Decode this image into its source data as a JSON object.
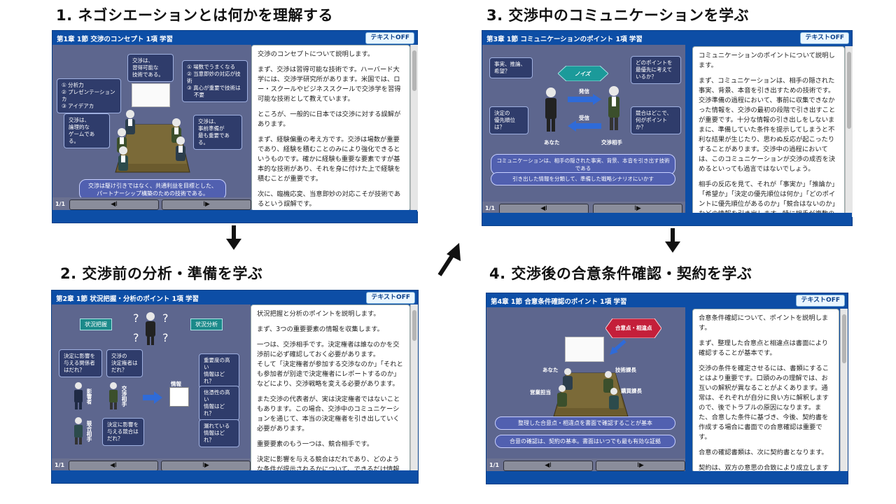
{
  "headings": {
    "h1": "1. ネゴシエーションとは何かを理解する",
    "h2": "2. 交渉前の分析・準備を学ぶ",
    "h3": "3. 交渉中のコミュニケーションを学ぶ",
    "h4": "4. 交渉後の合意条件確認・契約を学ぶ"
  },
  "common": {
    "text_off": "テキストOFF",
    "page": "1/1",
    "prev": "◀I",
    "next": "I▶"
  },
  "panel1": {
    "title": "第1章 1節 交渉のコンセプト 1項 学習",
    "b_learnable": "交渉は、\n習得可能な\n技術である。",
    "b_skills": "① 場数でうまくなる\n② 当意即妙の対応が技術\n③ 真心が重要で技術は\n　 不要",
    "b_abilities": "① 分析力\n② プレゼンテーションカ\n③ アイデアカ",
    "b_logical": "交渉は、\n論理的な\nゲームである。",
    "b_prep": "交渉は、\n事前準備が\n最も重要である。",
    "pill": "交渉は駆け引きではなく、共通利益を目標とした、\nパートナーシップ構築のための技術である。",
    "text": [
      "交渉のコンセプトについて説明します。",
      "まず、交渉は習得可能な技術です。ハーバード大学には、交渉学研究所があります。米国では、ロー・スクールやビジネススクールで交渉学を習得可能な技術として教えています。",
      "ところが、一般的に日本では交渉に対する誤解があります。",
      "まず、経験偏重の考え方です。交渉は場数が重要であり、経験を積むことのみにより強化できるというものです。確かに経験も重要な要素ですが基本的な技術があり、それを身に付けた上で経験を積むことが重要です。",
      "次に、臨機応変、当意即妙の対応こそが技術であるという誤解です。"
    ]
  },
  "panel2": {
    "title": "第2章 1節 状況把握・分析のポイント 1項 学習",
    "tag_grasp": "状況把握",
    "tag_analysis": "状況分析",
    "b_influencer": "決定に影響を\n与える関係者\nはだれ？",
    "b_decider": "交渉の\n決定権者は\nだれ？",
    "b_competitor": "決定に影響を\n与える競合は\nだれ？",
    "b_important": "重要度の高い\n情報はどれ？",
    "b_credible": "信憑性の高い\n情報はどれ？",
    "b_leak": "漏れている\n情報はどれ？",
    "l_influencer": "影響者",
    "l_counterpart": "交渉相手",
    "l_rival": "競合相手",
    "l_info": "情報",
    "text": [
      "状況把握と分析のポイントを説明します。",
      "まず、3つの重要要素の情報を収集します。",
      "一つは、交渉相手です。決定権者は誰なのかを交渉前に必ず確認しておく必要があります。\nそして「決定権者が参加する交渉なのか」「それとも参加者が別途で決定権者にレポートするのか」などにより、交渉戦略を変える必要があります。",
      "また交渉の代表者が、実は決定権者ではないこともあります。この場合、交渉中のコミュニケーションを通じて、本当の決定権者を引き出していく必要があります。",
      "重要要素のもう一つは、競合相手です。",
      "決定に影響を与える競合はだれであり、どのような条件が提示されるかについて、できるだけ情報を収"
    ]
  },
  "panel3": {
    "title": "第3章 1節 コミュニケーションのポイント 1項 学習",
    "b_facts": "事実、推論、\n希望？",
    "b_priority_q": "どのポイントを\n最優先に考えて\nいるか？",
    "b_decision_order": "決定の\n優先順位は？",
    "b_competitor_point": "競合はどこで、\n何がポイントか？",
    "noise": "ノイズ",
    "send": "発信",
    "receive": "受信",
    "you": "あなた",
    "counterpart": "交渉相手",
    "pill1": "コミュニケーションは、相手の隠された事実、背景、本音を引き出す技術である",
    "pill2": "引き出した情報を分類して、準備した戦略シナリオにいかす",
    "text": [
      "コミュニケーションのポイントについて説明します。",
      "まず、コミュニケーションは、相手の隠された事実、背景、本音を引き出すための技術です。交渉準備の過程において、事前に収集できなかった情報を、交渉の最初の段階で引き出すことが重要です。十分な情報の引き出しをしないままに、準備していた条件を提示してしまうと不利な結果が生じたり、思わぬ反応が起こったりすることがあります。交渉中の過程においては、このコミュニケーションが交渉の成否を決めるといっても過言ではないでしょう。",
      "相手の反応を見て、それが「事実か」「推論か」「希望か」「決定の優先順位は何か」「どのポイントに優先順位があるのか」「競合はないのか」などの情報を引き出します。特に相手が複数の場合は、相手の目線や反応も含め情報として認識し、引き出"
    ]
  },
  "panel4": {
    "title": "第4章 1節 合意条件確認のポイント 1項 学習",
    "badge": "合意点・相違点",
    "you": "あなた",
    "tech_manager": "技術課長",
    "sales_manager": "営業担当",
    "purchase_manager": "購買課長",
    "pill1": "整理した合意点・相違点を書面で確認することが基本",
    "pill2": "合意の確認は、契約の基本。書面はいつでも最も有効な証拠",
    "text": [
      "合意条件確認について、ポイントを説明します。",
      "まず、整理した合意点と相違点は書面により確認することが基本です。",
      "交渉の条件を確定させるには、書類にすることはより重要です。口頭のみの理解では、お互いの解釈が異なることがよくあります。通常は、それぞれが自分に良い方に解釈しますので、後でトラブルの原因になります。また、合意した条件に基づき、今後、契約書を作成する場合に書面での合意確認は重要です。",
      "合意の確認書類は、次に契約書となります。",
      "契約は、双方の意思の合致により成立しますので、口頭でも有効ですが、後日のトラブルを避けるためには、書類にしておくことが必要です。交渉結果の合意内容は、契約の基本骨子となる重要な要素で"
    ]
  }
}
